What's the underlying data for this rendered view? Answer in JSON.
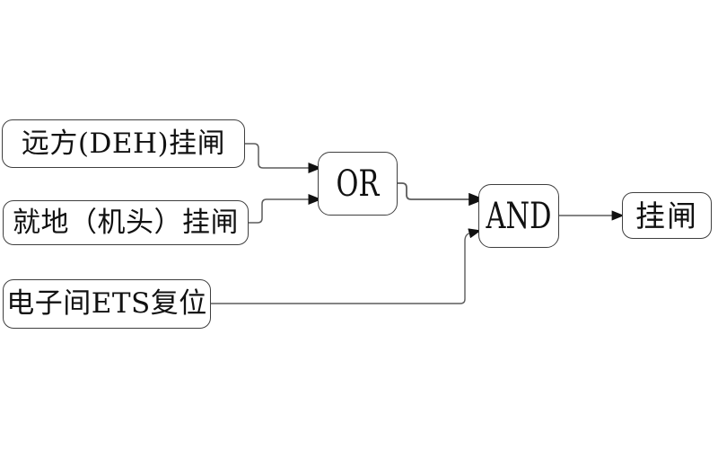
{
  "diagram": {
    "type": "logic-flow",
    "inputs": [
      {
        "label": "远方(DEH)挂闸"
      },
      {
        "label": "就地（机头）挂闸"
      },
      {
        "label": "电子间ETS复位"
      }
    ],
    "gates": [
      {
        "label": "OR"
      },
      {
        "label": "AND"
      }
    ],
    "output": {
      "label": "挂闸"
    },
    "connections": [
      {
        "from": "input-1",
        "to": "or-gate"
      },
      {
        "from": "input-2",
        "to": "or-gate"
      },
      {
        "from": "or-gate",
        "to": "and-gate"
      },
      {
        "from": "input-3",
        "to": "and-gate"
      },
      {
        "from": "and-gate",
        "to": "output"
      }
    ],
    "colors": {
      "background": "#ffffff",
      "box_fill": "#ffffff",
      "box_border": "#3f3f3f",
      "connector": "#5c5c5c",
      "arrowhead": "#111111",
      "text": "#111111"
    }
  }
}
